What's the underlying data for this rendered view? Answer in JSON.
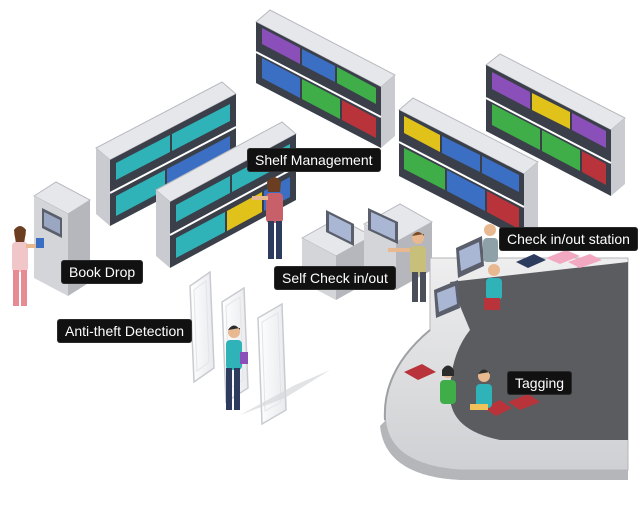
{
  "labels": {
    "shelf_management": "Shelf Management",
    "check_station": "Check in/out station",
    "book_drop": "Book Drop",
    "self_check": "Self Check in/out",
    "anti_theft": "Anti-theft Detection",
    "tagging": "Tagging"
  },
  "colors": {
    "shelf_side": "#c9cbd0",
    "shelf_top": "#e6e7ea",
    "shelf_back": "#3a3f4a",
    "book_teal": "#2fb3b8",
    "book_green": "#3fae49",
    "book_blue": "#3b6fc4",
    "book_purple": "#8a4fb8",
    "book_red": "#b8343a",
    "book_yellow": "#e0c21a",
    "desk_top": "#dcdde0",
    "desk_front": "#b4b6ba",
    "desk_inner": "#5a5c60",
    "label_bg": "#111111",
    "label_text": "#ffffff"
  }
}
